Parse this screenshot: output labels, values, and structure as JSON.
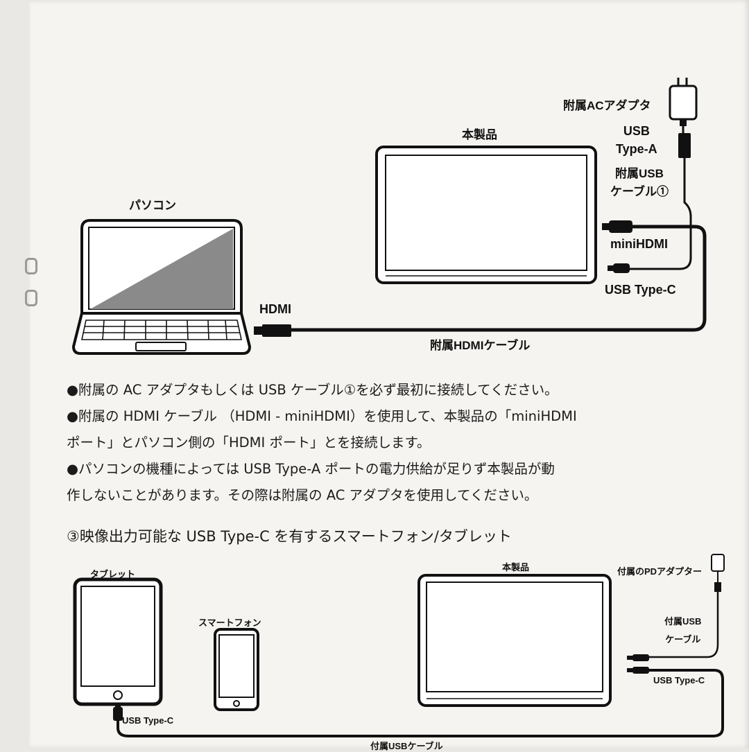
{
  "diagram1": {
    "labels": {
      "ac_adapter": "附属ACアダプタ",
      "usb_type_a": "USB\nType-A",
      "usb_cable": "附属USB\nケーブル①",
      "product": "本製品",
      "pc": "パソコン",
      "mini_hdmi": "miniHDMI",
      "usb_type_c": "USB Type-C",
      "hdmi": "HDMI",
      "hdmi_cable": "附属HDMIケーブル"
    }
  },
  "instructions": [
    "●附属の AC アダプタもしくは USB ケーブル①を必ず最初に接続してください。",
    "●附属の HDMI ケーブル （HDMI - miniHDMI）を使用して、本製品の「miniHDMI",
    "ポート」とパソコン側の「HDMI ポート」とを接続します。",
    "●パソコンの機種によっては USB Type-A ポートの電力供給が足りず本製品が動",
    "作しないことがあります。その際は附属の AC アダプタを使用してください。"
  ],
  "section3": {
    "heading": "③映像出力可能な USB Type-C を有するスマートフォン/タブレット"
  },
  "diagram2": {
    "labels": {
      "tablet": "タブレット",
      "product": "本製品",
      "pd_adapter": "付属のPDアダプター",
      "smartphone": "スマートフォン",
      "usb_cable": "付属USB\nケーブル",
      "usb_type_c_right": "USB Type-C",
      "usb_type_c_left": "USB Type-C",
      "usb_cable_bottom": "付属USBケーブル"
    }
  }
}
